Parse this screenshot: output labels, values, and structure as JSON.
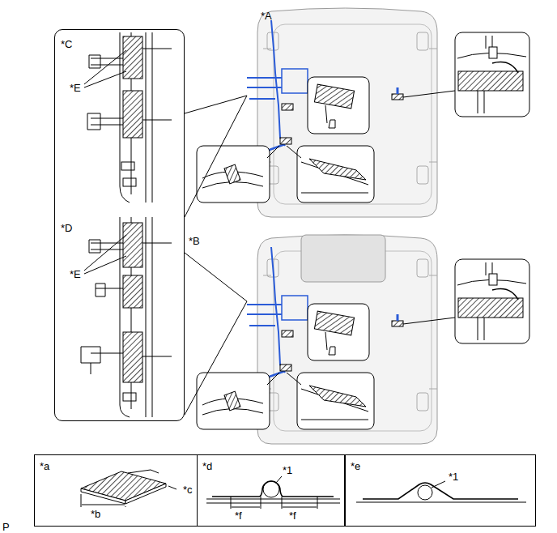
{
  "diagram": {
    "nodes": [
      {
        "text": [
          "*C",
          "*E",
          "*D",
          "*E"
        ]
      },
      {
        "text": [
          "*a",
          "*b",
          "*c"
        ]
      },
      {
        "text": [
          "*d",
          "*1",
          "*f",
          "*f"
        ]
      },
      {
        "text": [
          "*e",
          "*1"
        ]
      }
    ],
    "labels": [
      "*A",
      "*B",
      "P"
    ]
  }
}
